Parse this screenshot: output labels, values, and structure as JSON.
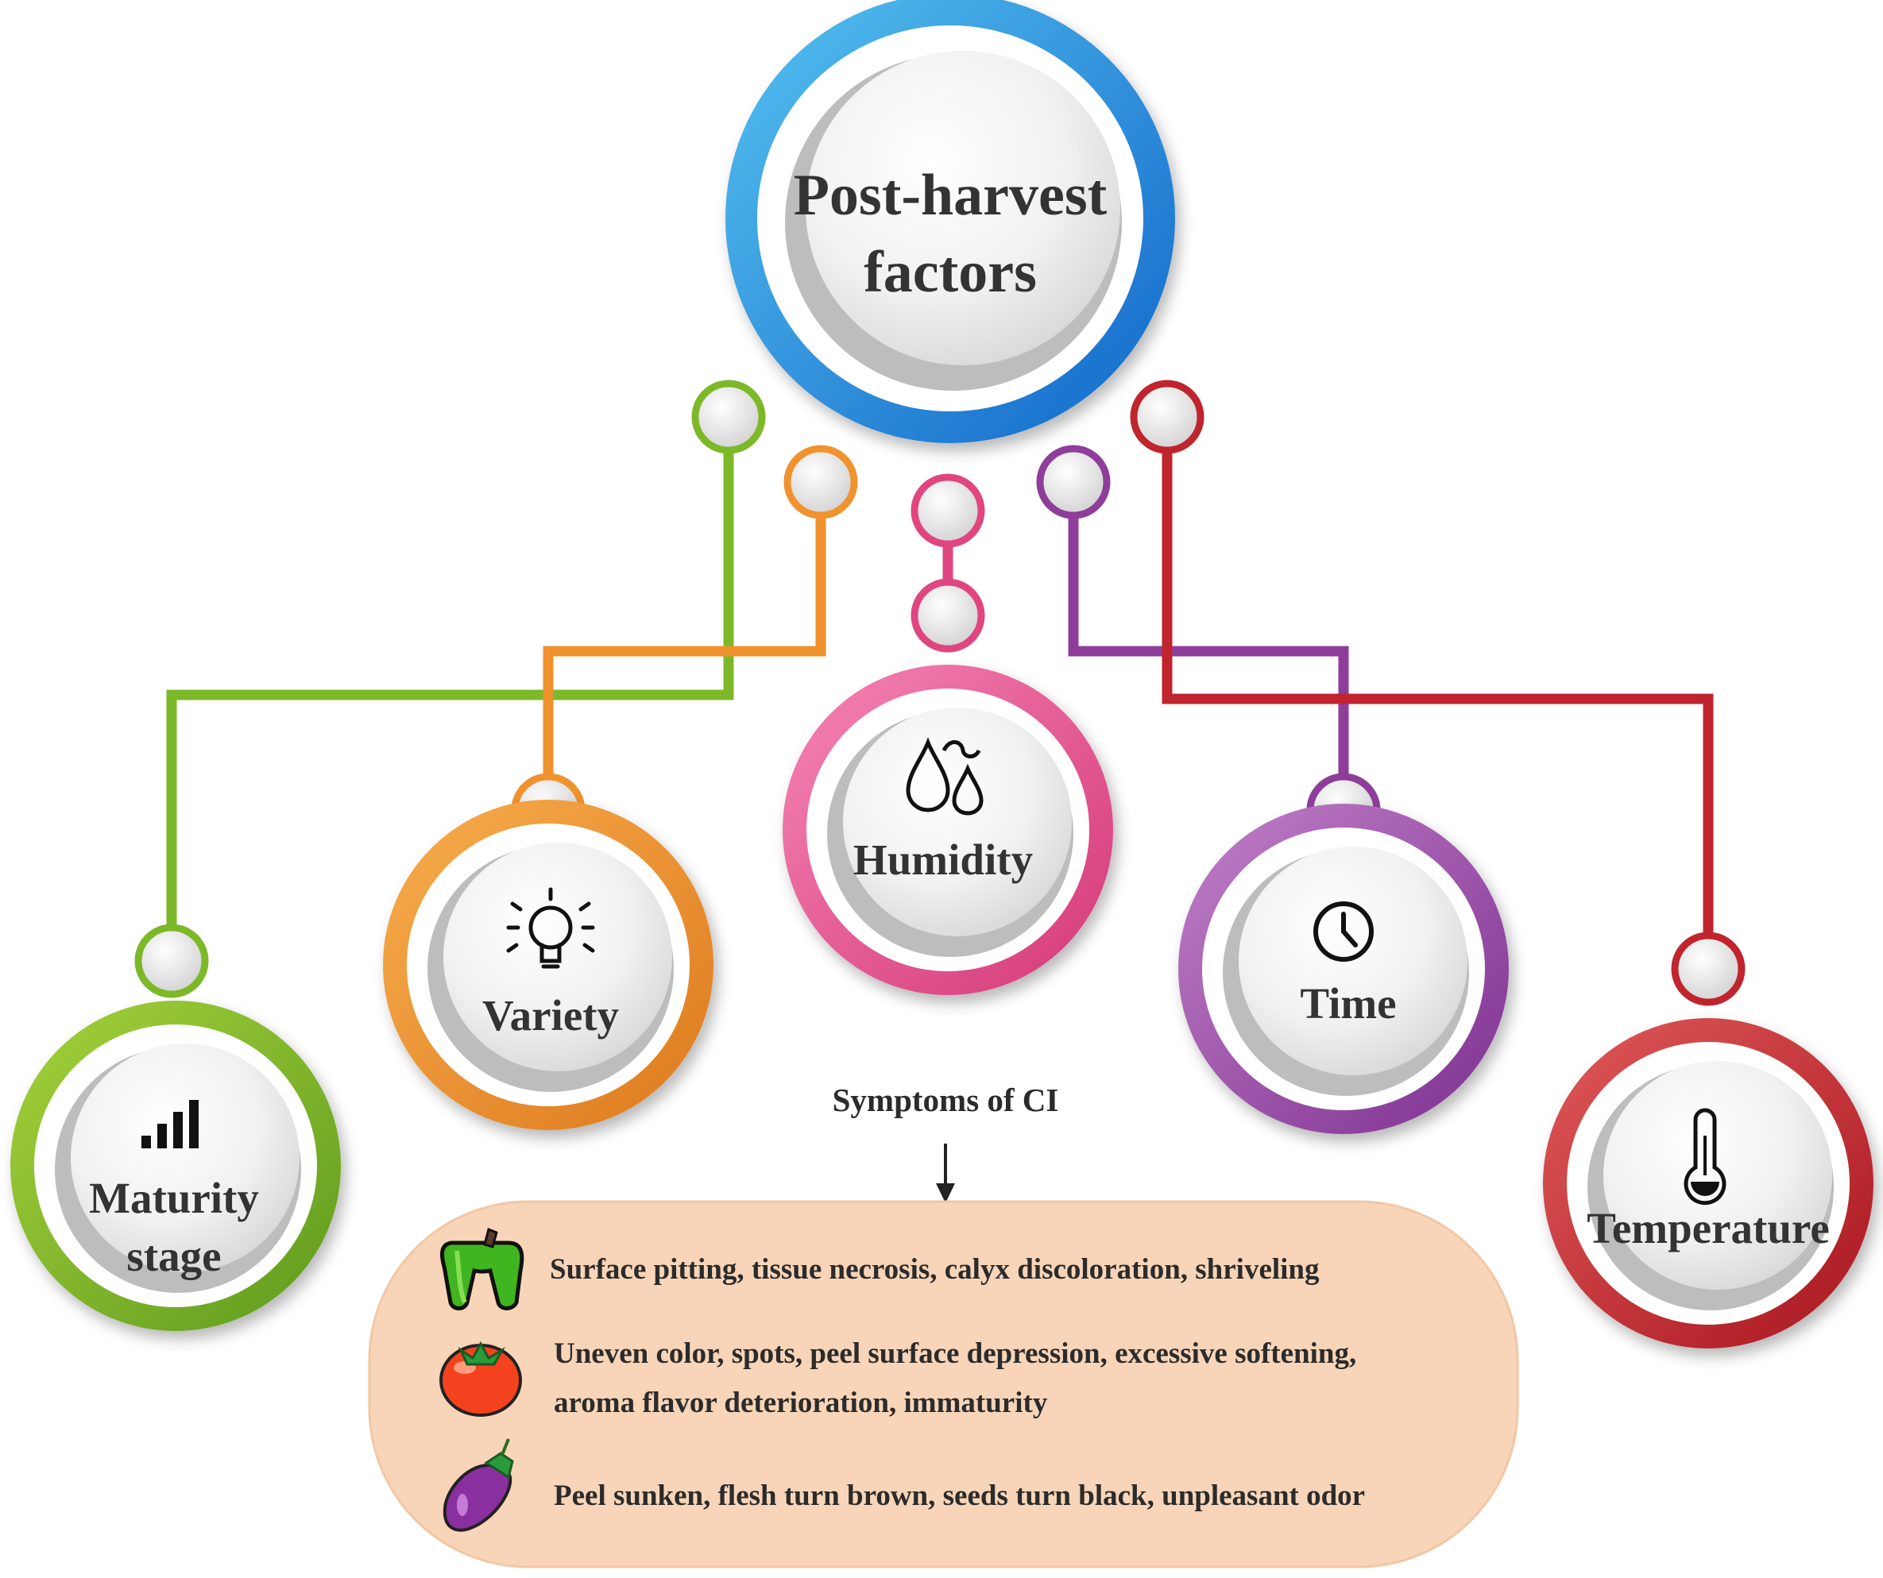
{
  "central": {
    "title_line1": "Post-harvest",
    "title_line2": "factors"
  },
  "factors": {
    "maturity": {
      "line1": "Maturity",
      "line2": "stage",
      "icon": "signal-bars-icon",
      "color": "#7db828"
    },
    "variety": {
      "label": "Variety",
      "icon": "light-bulb-icon",
      "color": "#f0922e"
    },
    "humidity": {
      "label": "Humidity",
      "icon": "water-drops-icon",
      "color": "#e0457f"
    },
    "time": {
      "label": "Time",
      "icon": "clock-icon",
      "color": "#8e3d9a"
    },
    "temperature": {
      "label": "Temperature",
      "icon": "thermometer-icon",
      "color": "#c0242d"
    }
  },
  "symptoms": {
    "title": "Symptoms of CI",
    "items": [
      {
        "icon": "bell-pepper-icon",
        "lines": [
          "Surface pitting, tissue necrosis, calyx discoloration,  shriveling"
        ]
      },
      {
        "icon": "tomato-icon",
        "lines": [
          "Uneven color,  spots,  peel surface depression,  excessive softening,",
          "aroma flavor deterioration, immaturity"
        ]
      },
      {
        "icon": "eggplant-icon",
        "lines": [
          "Peel sunken, flesh turn brown, seeds turn black,  unpleasant odor"
        ]
      }
    ]
  },
  "colors": {
    "center_blue": "#1e8be0",
    "maturity_green": "#7db828",
    "variety_orange": "#f0922e",
    "humidity_pink": "#e0457f",
    "time_purple": "#8e3d9a",
    "temperature_red": "#c0242d",
    "symptom_box": "#f8d5b8"
  }
}
